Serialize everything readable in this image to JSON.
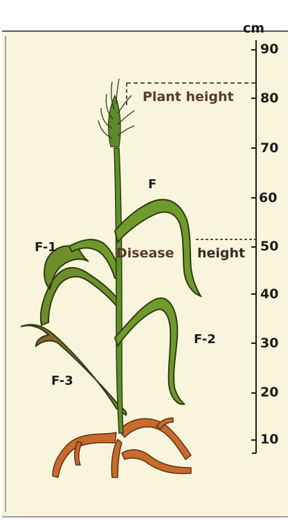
{
  "scale": {
    "unit": "cm",
    "ticks": [
      "90",
      "80",
      "70",
      "60",
      "50",
      "40",
      "30",
      "20",
      "10"
    ]
  },
  "annotations": {
    "plant_height": "Plant height",
    "disease": "Disease",
    "height": "height"
  },
  "leaves": {
    "flag": "F",
    "f1": "F-1",
    "f2": "F-2",
    "f3": "F-3"
  },
  "colors": {
    "background": "#f8f5dc",
    "leaf_green": "#6f9a2c",
    "leaf_outline": "#2d3b12",
    "diseased_brown": "#a05a2c",
    "roots": "#c96a2e",
    "annotation_text": "#5a3a28"
  }
}
